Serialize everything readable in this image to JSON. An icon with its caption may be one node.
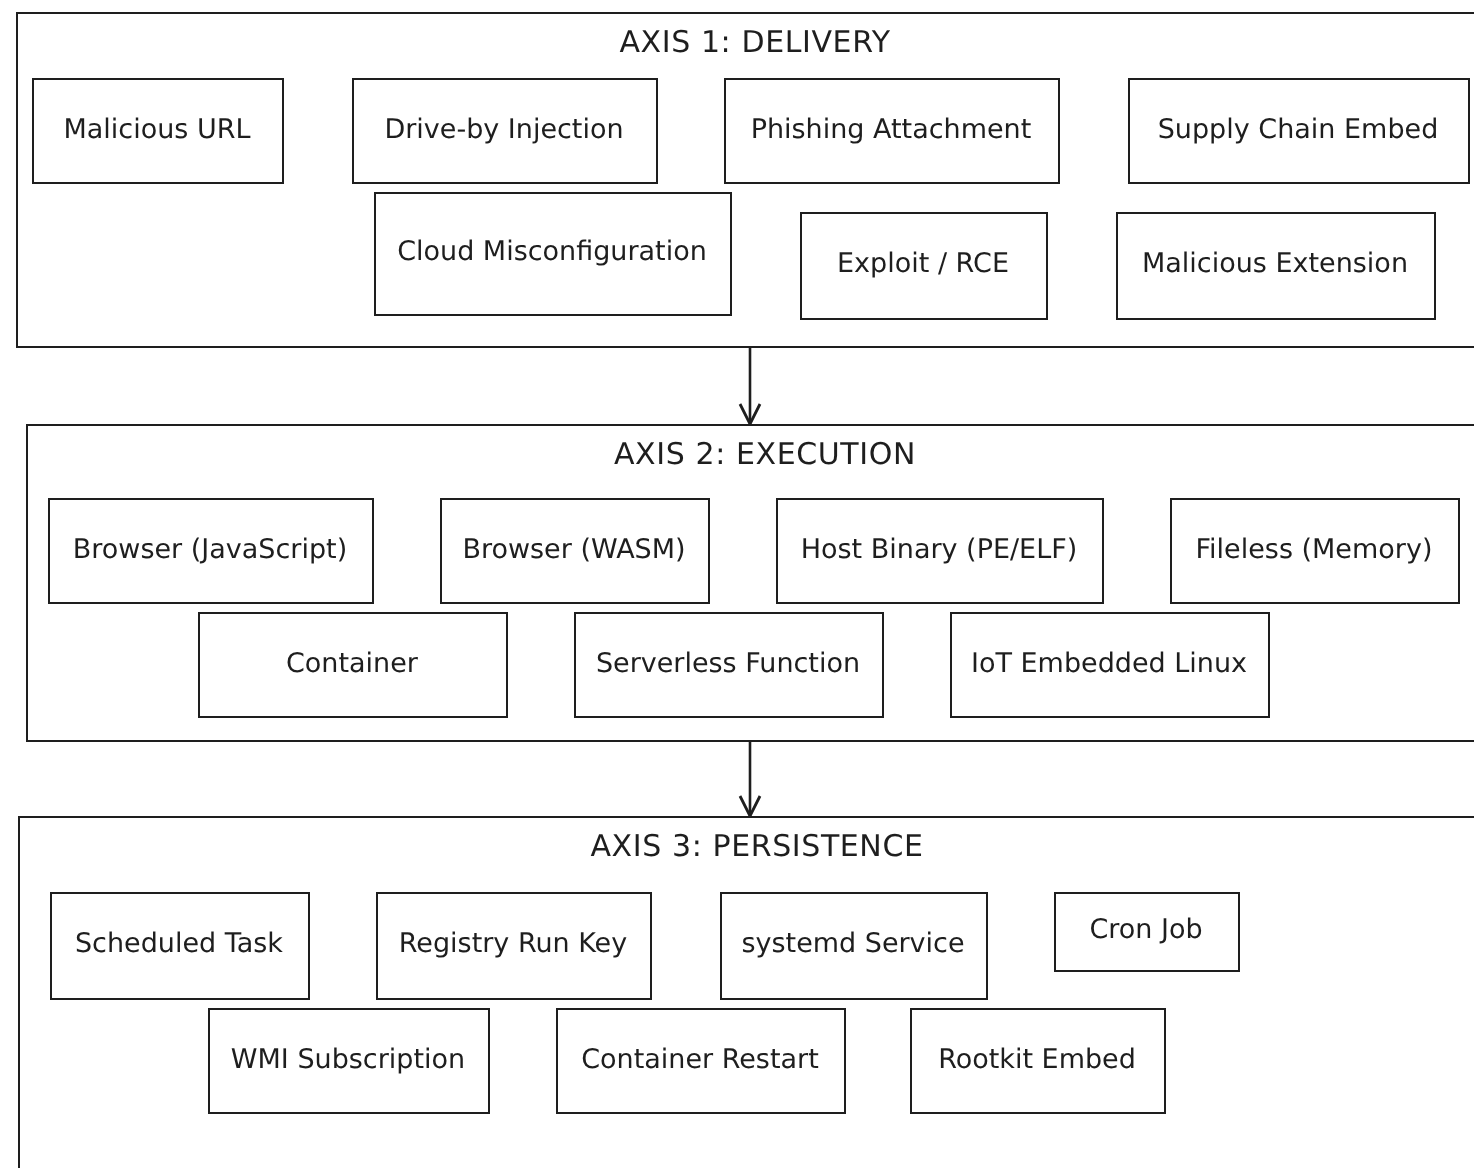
{
  "diagram": {
    "nodes": [
      {
        "text": [
          "AXIS 1: DELIVERY"
        ]
      },
      {
        "text": [
          "Malicious URL"
        ],
        "in": 0
      },
      {
        "text": [
          "Drive-by Injection"
        ],
        "in": 0
      },
      {
        "text": [
          "Phishing Attachment"
        ],
        "in": 0
      },
      {
        "text": [
          "Supply Chain Embed"
        ],
        "in": 0
      },
      {
        "text": [
          "Cloud Misconfiguration"
        ],
        "in": 0
      },
      {
        "text": [
          "Exploit / RCE"
        ],
        "in": 0
      },
      {
        "text": [
          "Malicious Extension"
        ],
        "in": 0
      },
      {
        "text": [
          "AXIS 2: EXECUTION"
        ]
      },
      {
        "text": [
          "Browser (JavaScript)"
        ],
        "in": 8
      },
      {
        "text": [
          "Browser (WASM)"
        ],
        "in": 8
      },
      {
        "text": [
          "Host Binary (PE/ELF)"
        ],
        "in": 8
      },
      {
        "text": [
          "Fileless (Memory)"
        ],
        "in": 8
      },
      {
        "text": [
          "Container"
        ],
        "in": 8
      },
      {
        "text": [
          "Serverless Function"
        ],
        "in": 8
      },
      {
        "text": [
          "IoT Embedded Linux"
        ],
        "in": 8
      },
      {
        "text": [
          "AXIS 3: PERSISTENCE"
        ]
      },
      {
        "text": [
          "Scheduled Task"
        ],
        "in": 16
      },
      {
        "text": [
          "Registry Run Key"
        ],
        "in": 16
      },
      {
        "text": [
          "systemd Service"
        ],
        "in": 16
      },
      {
        "text": [
          "Cron Job"
        ],
        "in": 16
      },
      {
        "text": [
          "WMI Subscription"
        ],
        "in": 16
      },
      {
        "text": [
          "Container Restart"
        ],
        "in": 16
      },
      {
        "text": [
          "Rootkit Embed"
        ],
        "in": 16
      }
    ],
    "edges": [
      {
        "from": 0,
        "to": 8,
        "arrow": "to"
      },
      {
        "from": 8,
        "to": 16,
        "arrow": "to"
      }
    ]
  }
}
